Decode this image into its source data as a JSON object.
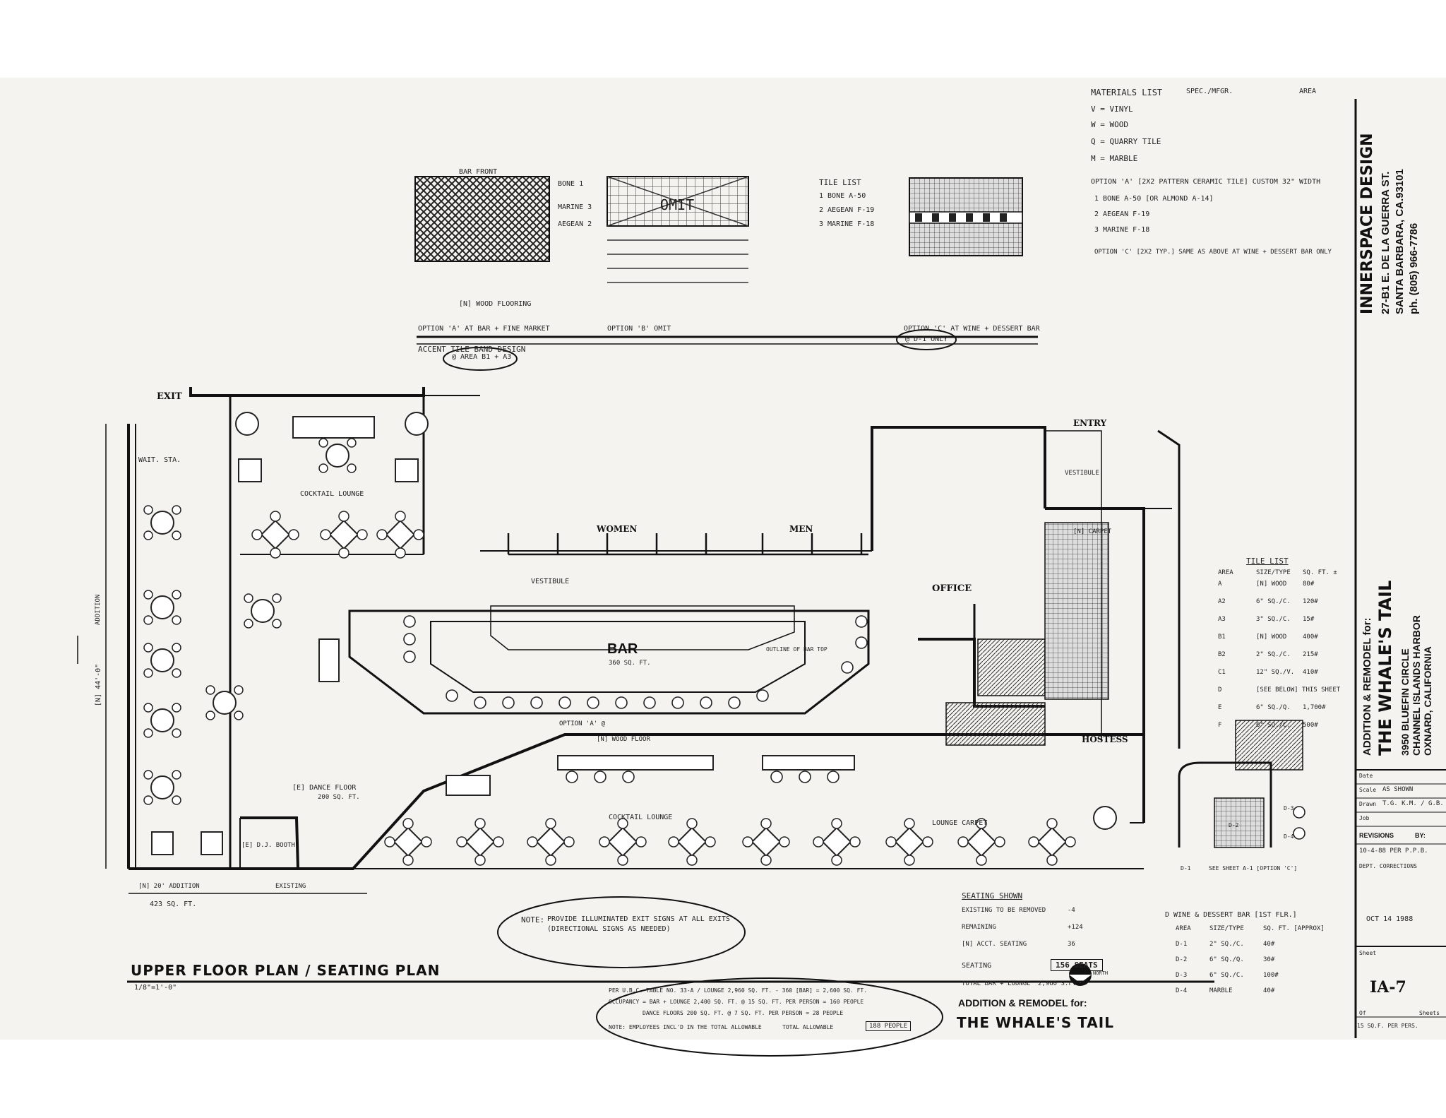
{
  "title": "UPPER FLOOR PLAN / SEATING PLAN",
  "scale_note": "1/8\"=1'-0\"",
  "rooms": {
    "cocktail_lounge_upper": "COCKTAIL LOUNGE",
    "women": "WOMEN",
    "men": "MEN",
    "vestibule": "VESTIBULE",
    "office": "OFFICE",
    "bar": "BAR",
    "bar_area": "360 SQ. FT.",
    "dance_floor": "[E] DANCE FLOOR",
    "dance_floor_area": "200 SQ. FT.",
    "dj_booth": "[E] D.J. BOOTH",
    "cocktail_lounge_lower": "COCKTAIL LOUNGE",
    "lounge_carpet": "LOUNGE CARPET",
    "hostess": "HOSTESS",
    "entry": "ENTRY",
    "exit": "EXIT",
    "wait_sta": "WAIT. STA.",
    "vestibule_right": "VESTIBULE",
    "carpet": "[N] CARPET",
    "addition": "ADDITION",
    "dim_44": "[N] 44'-0\"",
    "addition_area": "[N] 20' ADDITION",
    "addition_sqft": "423 SQ. FT.",
    "existing": "EXISTING",
    "outline_bar": "OUTLINE OF BAR TOP",
    "option_a": "OPTION 'A' @",
    "wood_floor": "[N] WOOD FLOOR"
  },
  "materials": {
    "heading": "MATERIALS LIST",
    "col2": "SPEC./MFGR.",
    "col3": "AREA",
    "items": [
      "V = VINYL",
      "W = WOOD",
      "Q = QUARRY TILE",
      "M = MARBLE"
    ],
    "option_a_text": "OPTION 'A' [2X2 PATTERN CERAMIC TILE] CUSTOM 32\" WIDTH",
    "option_a_items": [
      "1 BONE A-50 [OR ALMOND A-14]",
      "2 AEGEAN F-19",
      "3 MARINE F-18"
    ],
    "option_c_text": "OPTION 'C' [2X2 TYP.] SAME AS ABOVE AT WINE + DESSERT BAR ONLY"
  },
  "tile_list_top": {
    "heading": "TILE LIST",
    "items": [
      "1 BONE A-50",
      "2 AEGEAN F-19",
      "3 MARINE F-18"
    ]
  },
  "tile_panels": {
    "bar_front": "BAR FRONT",
    "omit": "OMIT",
    "wood_flooring": "[N] WOOD FLOORING",
    "labels": [
      "BONE 1",
      "MARINE 3",
      "AEGEAN 2"
    ]
  },
  "option_line": {
    "option_a": "OPTION 'A' AT BAR + FINE MARKET",
    "option_b": "OPTION 'B' OMIT",
    "option_c": "OPTION 'C' AT WINE + DESSERT BAR",
    "accent": "ACCENT TILE BAND DESIGN",
    "cloud_a": "@ AREA B1 + A3",
    "cloud_c": "@ D-1 ONLY"
  },
  "tile_list_right": {
    "heading": "TILE LIST",
    "columns": [
      "AREA",
      "SIZE/TYPE",
      "SQ. FT. ±"
    ],
    "rows": [
      [
        "A",
        "[N] WOOD",
        "80#"
      ],
      [
        "A2",
        "6\" SQ./C.",
        "120#"
      ],
      [
        "A3",
        "3\" SQ./C.",
        "15#"
      ],
      [
        "B1",
        "[N] WOOD",
        "400#"
      ],
      [
        "B2",
        "2\" SQ./C.",
        "215#"
      ],
      [
        "C1",
        "12\" SQ./V.",
        "410#"
      ],
      [
        "D",
        "[SEE BELOW] THIS SHEET",
        ""
      ],
      [
        "E",
        "6\" SQ./Q.",
        "1,700#"
      ],
      [
        "F",
        "6\" SQ./C.",
        "500#"
      ]
    ]
  },
  "wine_bar": {
    "heading": "D WINE & DESSERT BAR [1ST FLR.]",
    "columns": [
      "AREA",
      "SIZE/TYPE",
      "SQ. FT. [APPROX]"
    ],
    "rows": [
      [
        "D-1",
        "2\" SQ./C.",
        "40#"
      ],
      [
        "D-2",
        "6\" SQ./Q.",
        "30#"
      ],
      [
        "D-3",
        "6\" SQ./C.",
        "100#"
      ],
      [
        "D-4",
        "MARBLE",
        "40#"
      ]
    ],
    "note": "SEE SHEET A-1 [OPTION 'C']"
  },
  "seating": {
    "heading": "SEATING SHOWN",
    "rows": [
      [
        "EXISTING TO BE REMOVED",
        "-4"
      ],
      [
        "REMAINING",
        "+124"
      ],
      [
        "[N] ACCT. SEATING",
        "36"
      ]
    ],
    "total_label": "SEATING",
    "total_value": "156 SEATS",
    "area_label": "TOTAL BAR + LOUNGE",
    "area_value": "2,960 S.F."
  },
  "note": {
    "label": "NOTE:",
    "text1": "PROVIDE ILLUMINATED EXIT SIGNS AT ALL EXITS",
    "text2": "(DIRECTIONAL SIGNS AS NEEDED)"
  },
  "ubc": {
    "line1": "PER U.B.C. TABLE NO. 33-A / LOUNGE 2,960 SQ. FT. - 360 [BAR] = 2,600 SQ. FT.",
    "line2": "OCCUPANCY = BAR + LOUNGE 2,400 SQ. FT. @ 15 SQ. FT. PER PERSON = 160 PEOPLE",
    "line3": "DANCE FLOORS 200 SQ. FT. @ 7 SQ. FT. PER PERSON = 28 PEOPLE",
    "line4": "NOTE: EMPLOYEES INCL'D IN THE TOTAL ALLOWABLE",
    "total": "TOTAL ALLOWABLE",
    "total_value": "188 PEOPLE"
  },
  "footer_project": {
    "line1": "ADDITION & REMODEL for:",
    "line2": "THE WHALE'S TAIL"
  },
  "title_block": {
    "firm": "INNERSPACE DESIGN",
    "address1": "27-B1 E. DE LA GUERRA ST.",
    "address2": "SANTA BARBARA, CA.93101",
    "phone": "ph. (805) 966-7786",
    "project_label": "ADDITION & REMODEL for:",
    "project_name": "THE WHALE'S TAIL",
    "project_addr1": "3950 BLUEFIN CIRCLE",
    "project_addr2": "CHANNEL ISLANDS HARBOR",
    "project_addr3": "OXNARD, CALIFORNIA",
    "date_label": "Date",
    "scale_label": "Scale",
    "scale_value": "AS SHOWN",
    "drawn_label": "Drawn",
    "drawn_value": "T.G. K.M. / G.B.",
    "job_label": "Job",
    "revisions_label": "REVISIONS",
    "by_label": "BY:",
    "rev1": "10-4-88 PER P.P.B.",
    "rev2": "DEPT. CORRECTIONS",
    "stamp": "OCT 14 1988",
    "sheet_label": "Sheet",
    "sheet_value": "IA-7",
    "of_label": "Of",
    "sheets_label": "Sheets",
    "footnote": "15 SQ.F. PER PERS."
  },
  "north": "NORTH",
  "detail_labels": [
    "D-2",
    "D-3",
    "D-4",
    "D-1"
  ]
}
